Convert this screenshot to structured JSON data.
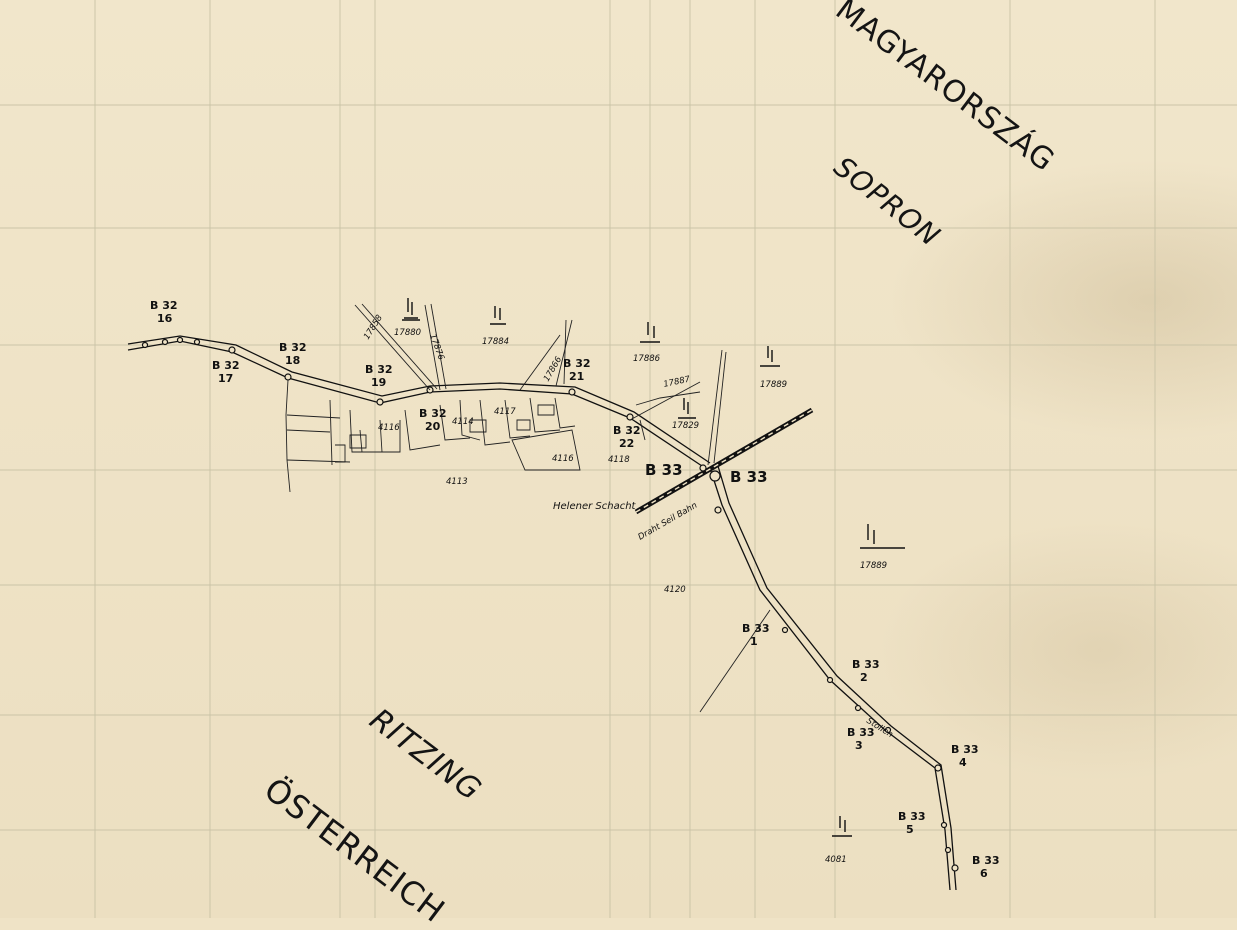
{
  "labels": {
    "magyarorszag": "MAGYARORSZÁG",
    "sopron": "SOPRON",
    "ritzing": "RITZING",
    "osterreich": "ÖSTERREICH"
  },
  "markers": {
    "b32_16": [
      "B 32",
      "16"
    ],
    "b32_17": [
      "B 32",
      "17"
    ],
    "b32_18": [
      "B 32",
      "18"
    ],
    "b32_19": [
      "B 32",
      "19"
    ],
    "b32_20": [
      "B 32",
      "20"
    ],
    "b32_21": [
      "B 32",
      "21"
    ],
    "b32_22": [
      "B 32",
      "22"
    ],
    "b33_a": "B 33",
    "b33_b": "B 33",
    "b33_1": [
      "B 33",
      "1"
    ],
    "b33_2": [
      "B 33",
      "2"
    ],
    "b33_3": [
      "B 33",
      "3"
    ],
    "b33_4": [
      "B 33",
      "4"
    ],
    "b33_5": [
      "B 33",
      "5"
    ],
    "b33_6": [
      "B 33",
      "6"
    ]
  },
  "parcels": {
    "p17880": "17880",
    "p17884": "17884",
    "p17886": "17886",
    "p17889": "17889",
    "p17887": "17887",
    "p17829": "17829",
    "p17889b": "17889",
    "p17858": "17858",
    "p17876": "17876",
    "p17866": "17866",
    "p4116": "4116",
    "p4114": "4114",
    "p4117": "4117",
    "p4116b": "4116",
    "p4118": "4118",
    "p4113": "4113",
    "p4120": "4120",
    "p4081": "4081"
  },
  "places": {
    "helener_schacht": "Helener Schacht",
    "drahtseilbahn": "Draht Seil Bahn",
    "stollen": "Stollen"
  }
}
